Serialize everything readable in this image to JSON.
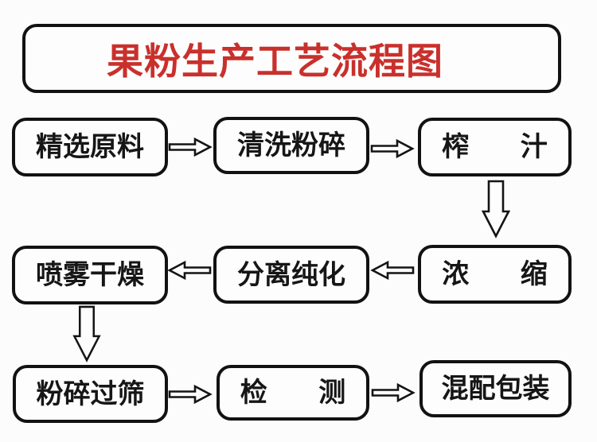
{
  "title": {
    "label": "果粉生产工艺流程图",
    "color": "#c9302c"
  },
  "steps": [
    {
      "id": "select-raw-materials",
      "label": "精选原料"
    },
    {
      "id": "wash-and-crush",
      "label": "清洗粉碎"
    },
    {
      "id": "juicing",
      "label": "榨汁"
    },
    {
      "id": "concentration",
      "label": "浓缩"
    },
    {
      "id": "separation-purification",
      "label": "分离纯化"
    },
    {
      "id": "spray-drying",
      "label": "喷雾干燥"
    },
    {
      "id": "crush-and-sieve",
      "label": "粉碎过筛"
    },
    {
      "id": "inspection",
      "label": "检测"
    },
    {
      "id": "mix-and-package",
      "label": "混配包装"
    }
  ],
  "edges": [
    {
      "from": "精选原料",
      "to": "清洗粉碎",
      "direction": "right"
    },
    {
      "from": "清洗粉碎",
      "to": "榨汁",
      "direction": "right"
    },
    {
      "from": "榨汁",
      "to": "浓缩",
      "direction": "down"
    },
    {
      "from": "浓缩",
      "to": "分离纯化",
      "direction": "left"
    },
    {
      "from": "分离纯化",
      "to": "喷雾干燥",
      "direction": "left"
    },
    {
      "from": "喷雾干燥",
      "to": "粉碎过筛",
      "direction": "down"
    },
    {
      "from": "粉碎过筛",
      "to": "检测",
      "direction": "right"
    },
    {
      "from": "检测",
      "to": "混配包装",
      "direction": "right"
    }
  ],
  "colors": {
    "line": "#141414",
    "text": "#161616",
    "title_red": "#c9302c",
    "background": "#fcfcfc"
  }
}
